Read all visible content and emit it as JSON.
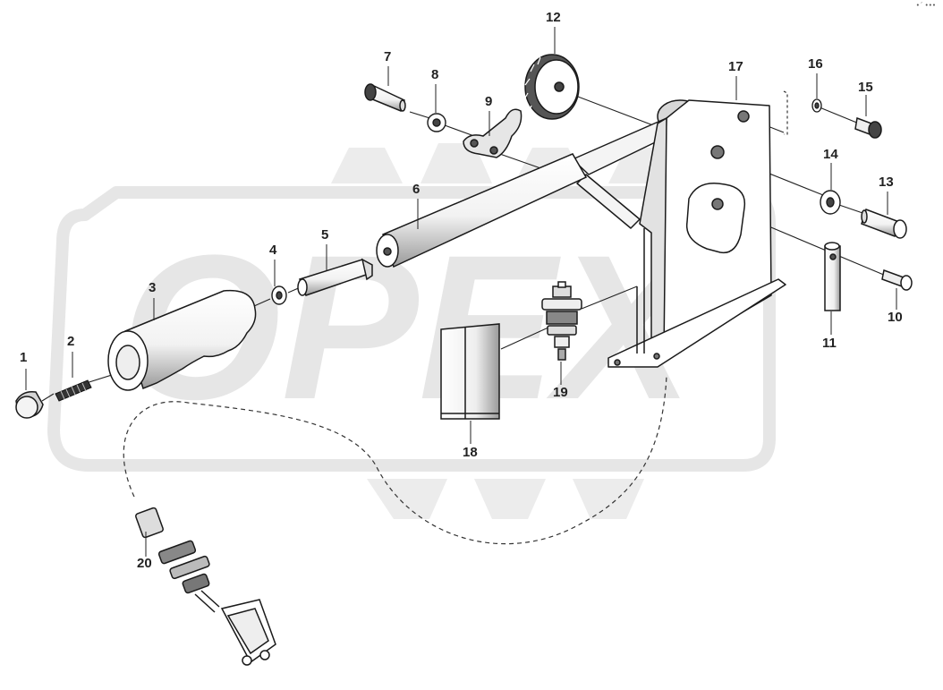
{
  "watermark": {
    "text": "OPEX",
    "color": "#e6e6e6"
  },
  "corner_mark": "•ˊ •••",
  "part_numbers": [
    "1",
    "2",
    "3",
    "4",
    "5",
    "6",
    "7",
    "8",
    "9",
    "10",
    "11",
    "12",
    "13",
    "14",
    "15",
    "16",
    "17",
    "18",
    "19",
    "20"
  ],
  "colors": {
    "line": "#1a1a1a",
    "fill": "#ffffff",
    "shade": "#bdbdbd",
    "dark": "#333333"
  }
}
